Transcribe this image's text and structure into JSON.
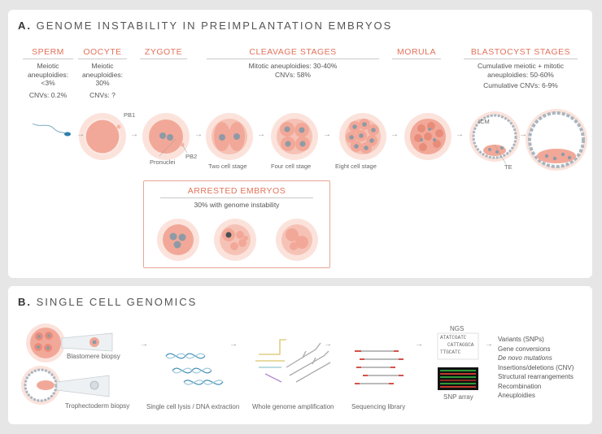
{
  "panel_a": {
    "letter": "A.",
    "title": "GENOME INSTABILITY IN PREIMPLANTATION EMBRYOS",
    "stages": {
      "sperm": {
        "title": "SPERM",
        "lines": [
          "Meiotic",
          "aneuploidies:",
          "<3%"
        ],
        "cnv": "CNVs: 0.2%"
      },
      "oocyte": {
        "title": "OOCYTE",
        "lines": [
          "Meiotic",
          "aneuploidies:",
          "30%"
        ],
        "cnv": "CNVs: ?"
      },
      "zygote": {
        "title": "ZYGOTE"
      },
      "cleavage": {
        "title": "CLEAVAGE STAGES",
        "line1": "Mitotic aneuploidies: 30-40%",
        "line2": "CNVs: 58%"
      },
      "morula": {
        "title": "MORULA"
      },
      "blastocyst": {
        "title": "BLASTOCYST STAGES",
        "line1": "Cumulative meiotic + mitotic",
        "line2": "aneuploidies: 50-60%",
        "line3": "Cumulative CNVs: 6-9%"
      }
    },
    "labels": {
      "pb1": "PB1",
      "pb2": "PB2",
      "pronuclei": "Pronuclei",
      "two_cell": "Two cell stage",
      "four_cell": "Four cell stage",
      "eight_cell": "Eight cell stage",
      "icm": "ICM",
      "te": "TE"
    },
    "arrested": {
      "title": "ARRESTED EMBRYOS",
      "subtitle": "30% with genome instability"
    }
  },
  "panel_b": {
    "letter": "B.",
    "title": "SINGLE CELL GENOMICS",
    "labels": {
      "blastomere": "Blastomere biopsy",
      "trophectoderm": "Trophectoderm biopsy",
      "lysis": "Single cell lysis / DNA extraction",
      "wga": "Whole genome amplification",
      "library": "Sequencing library",
      "ngs": "NGS",
      "seq1": "ATATCGATC",
      "seq2": "CATTAGGCA",
      "seq3": "TTGCATC",
      "snp": "SNP array"
    },
    "outcomes": [
      "Variants (SNPs)",
      "Gene conversions",
      "De novo mutations",
      "Insertions/deletions (CNV)",
      "Structural rearrangements",
      "Recombination",
      "Aneuploidies"
    ]
  },
  "colors": {
    "accent": "#e2725b",
    "cell": "#f2a898",
    "nucleus": "#8e9aa6",
    "halo": "#fbe3dc"
  }
}
